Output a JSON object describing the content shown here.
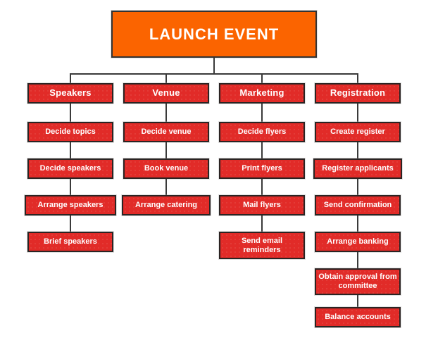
{
  "title": {
    "label": "LAUNCH EVENT"
  },
  "colors": {
    "title_fill": "#fb6400",
    "node_fill": "#e12b28",
    "node_border": "#2b2423",
    "connector_line": "#3a3a3a",
    "text": "#ffffff",
    "background": "#ffffff"
  },
  "columns": [
    {
      "header": "Speakers",
      "tasks": [
        "Decide topics",
        "Decide speakers",
        "Arrange speakers",
        "Brief speakers"
      ]
    },
    {
      "header": "Venue",
      "tasks": [
        "Decide venue",
        "Book venue",
        "Arrange catering"
      ]
    },
    {
      "header": "Marketing",
      "tasks": [
        "Decide flyers",
        "Print flyers",
        "Mail flyers",
        "Send email reminders"
      ]
    },
    {
      "header": "Registration",
      "tasks": [
        "Create register",
        "Register applicants",
        "Send confirmation",
        "Arrange banking",
        "Obtain approval from committee",
        "Balance accounts"
      ]
    }
  ]
}
